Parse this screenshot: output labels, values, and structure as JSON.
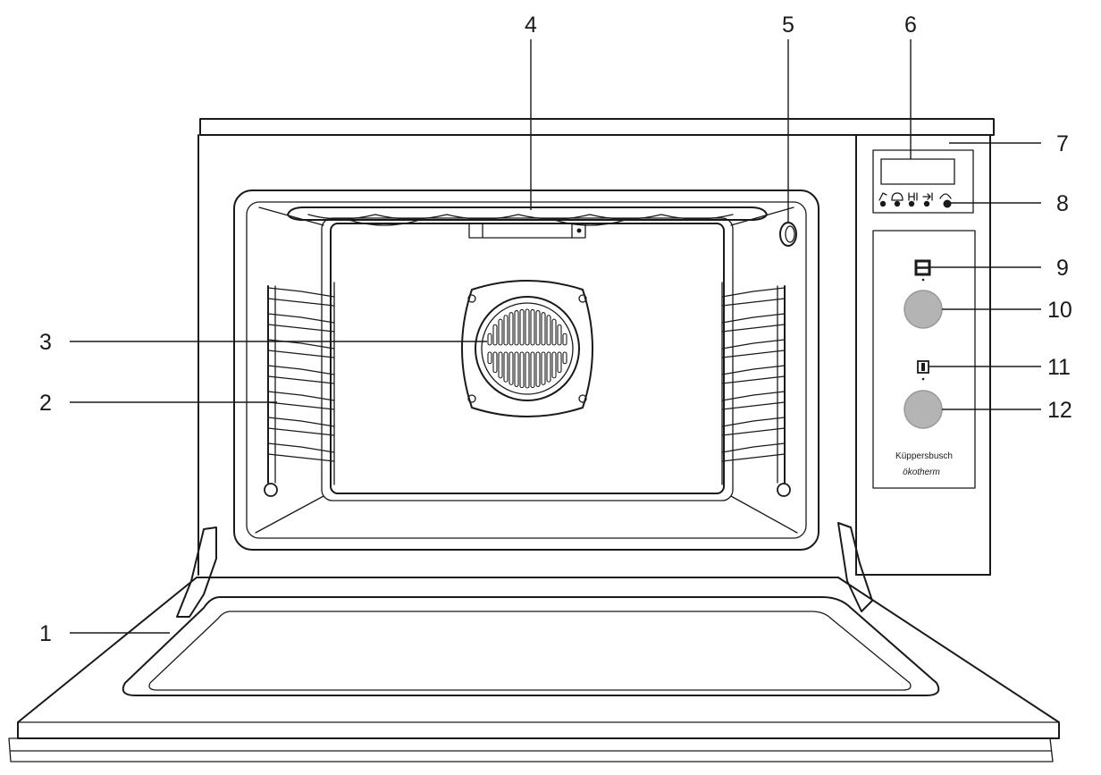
{
  "callouts": [
    {
      "id": "1",
      "label": "1"
    },
    {
      "id": "2",
      "label": "2"
    },
    {
      "id": "3",
      "label": "3"
    },
    {
      "id": "4",
      "label": "4"
    },
    {
      "id": "5",
      "label": "5"
    },
    {
      "id": "6",
      "label": "6"
    },
    {
      "id": "7",
      "label": "7"
    },
    {
      "id": "8",
      "label": "8"
    },
    {
      "id": "9",
      "label": "9"
    },
    {
      "id": "10",
      "label": "10"
    },
    {
      "id": "11",
      "label": "11"
    },
    {
      "id": "12",
      "label": "12"
    }
  ],
  "brand": {
    "name": "Küppersbusch",
    "model": "ökotherm"
  },
  "control_panel": {
    "button_count": 5
  }
}
